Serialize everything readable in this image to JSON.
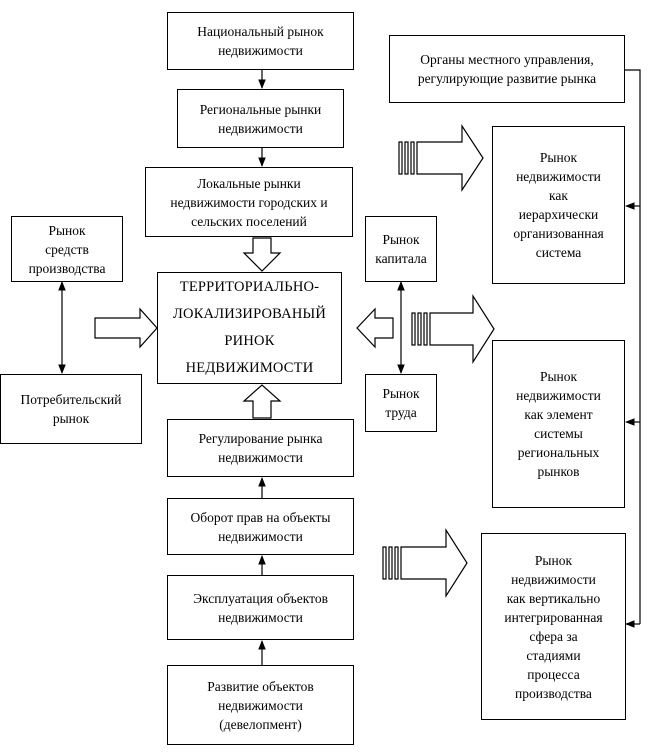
{
  "nodes": {
    "national": "Национальный рынок\nнедвижимости",
    "regional": "Региональные рынки\nнедвижимости",
    "local": "Локальные рынки\nнедвижимости городских и\nсельских поселений",
    "local_gov": "Органы местного управления,\nрегулирующие развитие рынка",
    "means_of_production": "Рынок\nсредств\nпроизводства",
    "territorial": "ТЕРРИТОРИАЛЬНО-\nЛОКАЛИЗИРОВАНЫЙ\nРИНОК\nНЕДВИЖИМОСТИ",
    "capital": "Рынок\nкапитала",
    "consumer": "Потребительский\nрынок",
    "labor": "Рынок\nтруда",
    "regulation": "Регулирование рынка\nнедвижимости",
    "rights_turnover": "Оборот прав на объекты\nнедвижимости",
    "exploitation": "Эксплуатация объектов\nнедвижимости",
    "development": "Развитие объектов\nнедвижимости\n(девелопмент)",
    "hierarchical": "Рынок\nнедвижимости\nкак\nиерархически\nорганизованная\nсистема",
    "regional_element": "Рынок\nнедвижимости\nкак элемент\nсистемы\nрегиональных\nрынков",
    "vertical": "Рынок\nнедвижимости\nкак вертикально\nинтегрированная\nсфера за\nстадиями\nпроцесса\nпроизводства"
  }
}
